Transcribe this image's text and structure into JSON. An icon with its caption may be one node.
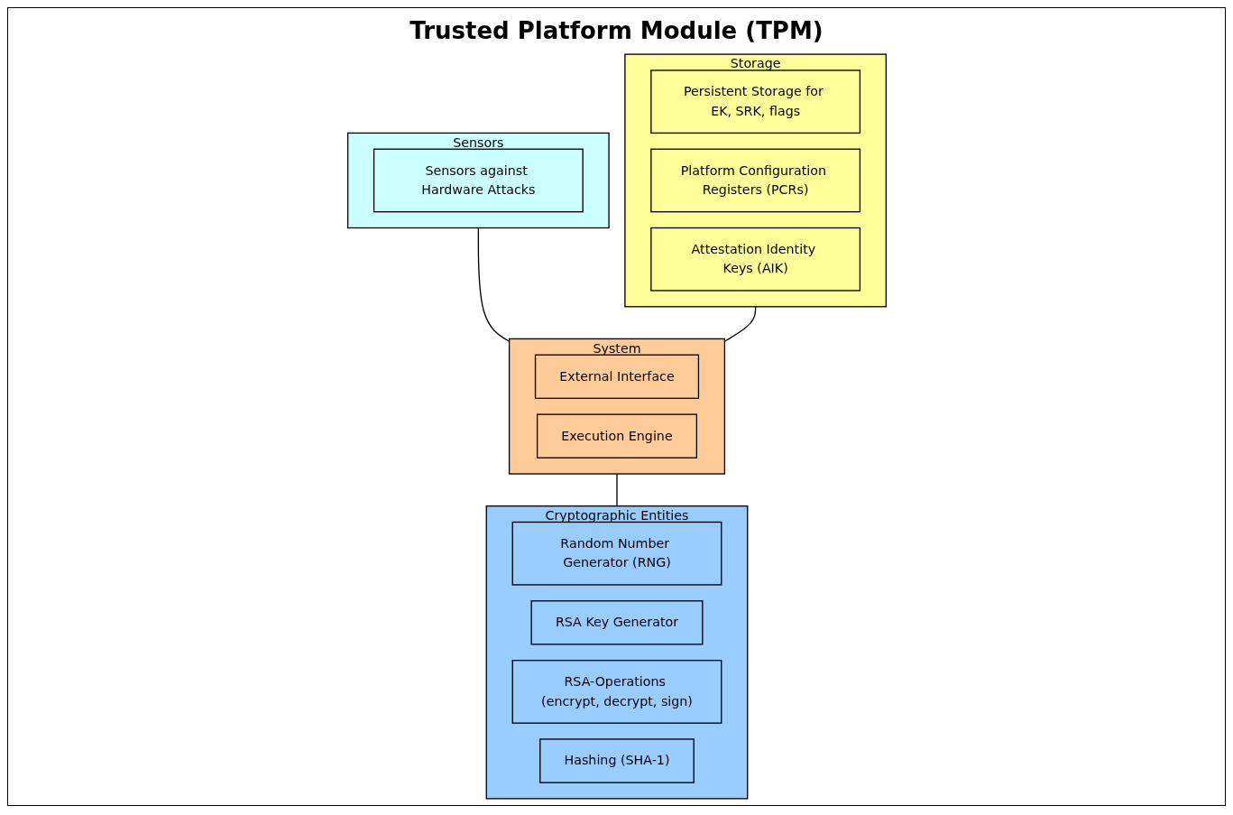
{
  "diagram": {
    "title": "Trusted Platform Module (TPM)",
    "nodes": [
      {
        "text": [
          "Sensors"
        ]
      },
      {
        "text": [
          "Sensors against Hardware Attacks"
        ],
        "in": 0
      },
      {
        "text": [
          "Storage"
        ]
      },
      {
        "text": [
          "Persistent Storage for EK, SRK, flags"
        ],
        "in": 2
      },
      {
        "text": [
          "Platform Configuration Registers (PCRs)"
        ],
        "in": 2
      },
      {
        "text": [
          "Attestation Identity Keys (AIK)"
        ],
        "in": 2
      },
      {
        "text": [
          "System"
        ]
      },
      {
        "text": [
          "External Interface"
        ],
        "in": 6
      },
      {
        "text": [
          "Execution Engine"
        ],
        "in": 6
      },
      {
        "text": [
          "Cryptographic Entities"
        ]
      },
      {
        "text": [
          "Random Number Generator (RNG)"
        ],
        "in": 9
      },
      {
        "text": [
          "RSA Key Generator"
        ],
        "in": 9
      },
      {
        "text": [
          "RSA-Operations (encrypt, decrypt, sign)"
        ],
        "in": 9
      },
      {
        "text": [
          "Hashing (SHA-1)"
        ],
        "in": 9
      }
    ],
    "edges": [
      {
        "from": 0,
        "to": 6,
        "arrow": "none"
      },
      {
        "from": 2,
        "to": 6,
        "arrow": "none"
      },
      {
        "from": 6,
        "to": 9,
        "arrow": "none"
      }
    ]
  }
}
